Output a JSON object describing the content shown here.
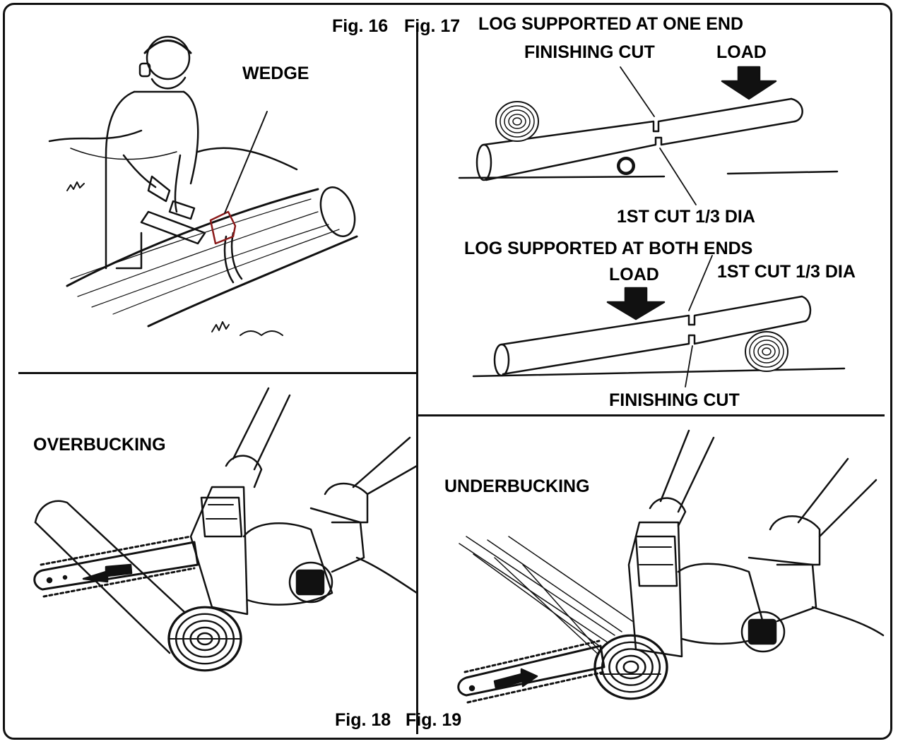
{
  "figures": {
    "fig16_label": "Fig. 16",
    "fig17_label": "Fig. 17",
    "fig18_label": "Fig. 18",
    "fig19_label": "Fig. 19"
  },
  "fig16": {
    "wedge_label": "WEDGE"
  },
  "fig17": {
    "top_title": "LOG SUPPORTED AT ONE END",
    "top_finishing_cut": "FINISHING CUT",
    "top_load": "LOAD",
    "top_first_cut": "1ST CUT 1/3 DIA",
    "bottom_title": "LOG SUPPORTED AT BOTH ENDS",
    "bottom_load": "LOAD",
    "bottom_first_cut": "1ST CUT 1/3 DIA",
    "bottom_finishing_cut": "FINISHING CUT"
  },
  "fig18": {
    "title": "OVERBUCKING"
  },
  "fig19": {
    "title": "UNDERBUCKING"
  },
  "colors": {
    "ink": "#111111",
    "wedge_outline": "#8b1a1a",
    "background": "#ffffff"
  }
}
